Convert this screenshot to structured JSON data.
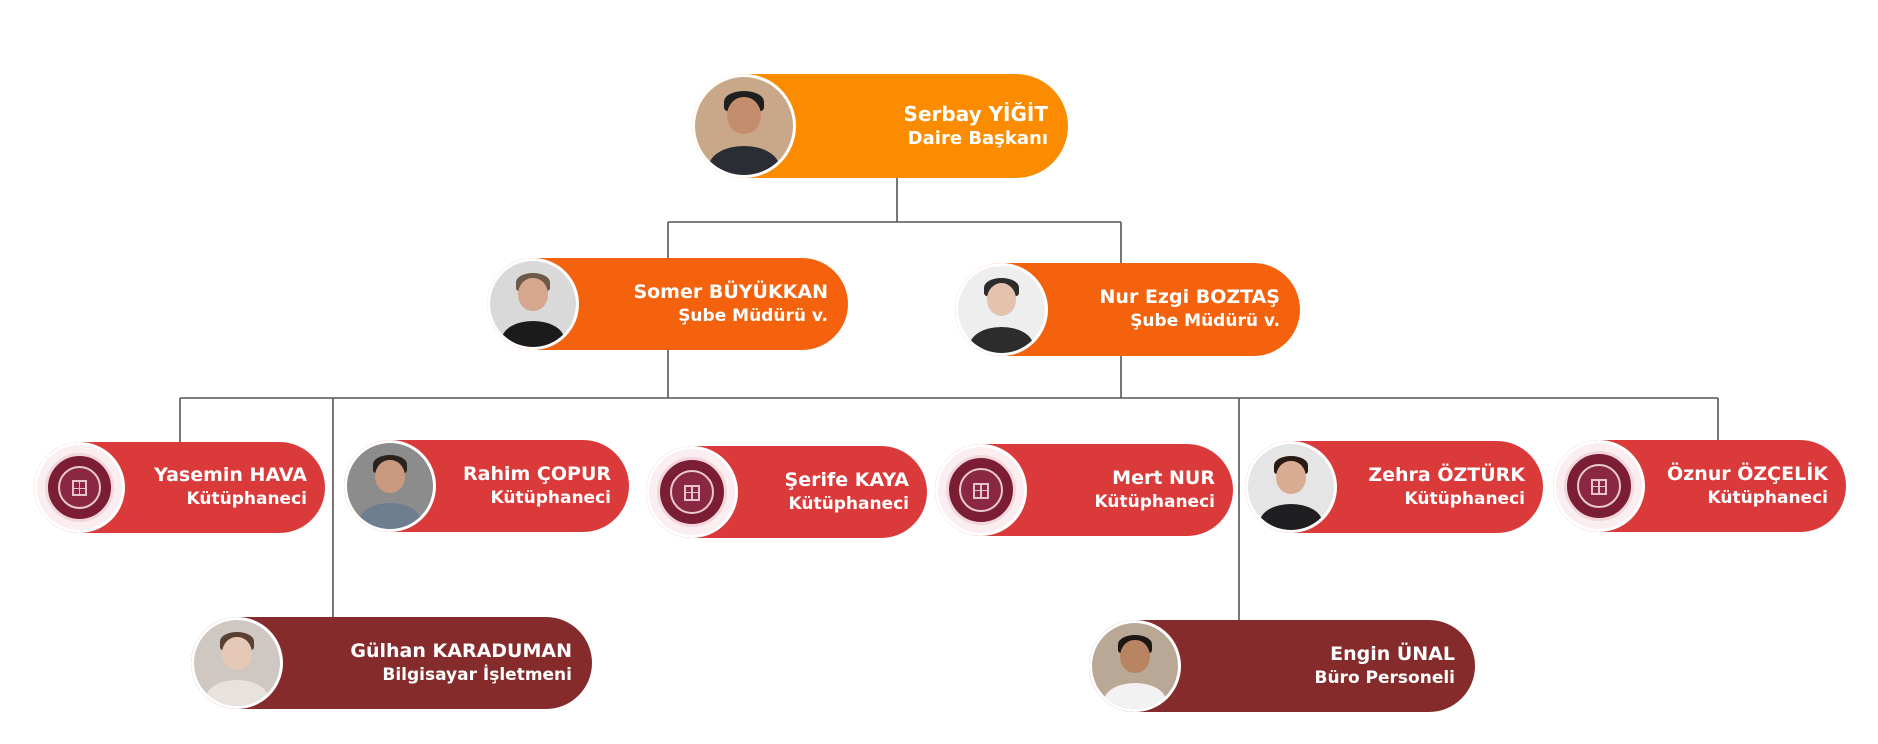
{
  "nodes": [
    {
      "name": "Serbay YİĞİT",
      "role": "Daire Başkanı",
      "color": "#fb8c00",
      "photo": "photo-man-dark-suit"
    },
    {
      "name": "Somer BÜYÜKKAN",
      "role": "Şube Müdürü v.",
      "color": "#f4620e",
      "photo": "photo-man-glasses"
    },
    {
      "name": "Nur Ezgi BOZTAŞ",
      "role": "Şube Müdürü v.",
      "color": "#f4620e",
      "photo": "photo-woman-hijab"
    },
    {
      "name": "Yasemin HAVA",
      "role": "Kütüphaneci",
      "color": "#db3a3a",
      "photo": "university-seal-icon"
    },
    {
      "name": "Rahim ÇOPUR",
      "role": "Kütüphaneci",
      "color": "#db3a3a",
      "photo": "photo-man-suit"
    },
    {
      "name": "Şerife KAYA",
      "role": "Kütüphaneci",
      "color": "#db3a3a",
      "photo": "university-seal-icon"
    },
    {
      "name": "Mert NUR",
      "role": "Kütüphaneci",
      "color": "#db3a3a",
      "photo": "university-seal-icon"
    },
    {
      "name": "Zehra ÖZTÜRK",
      "role": "Kütüphaneci",
      "color": "#db3a3a",
      "photo": "photo-woman"
    },
    {
      "name": "Öznur ÖZÇELİK",
      "role": "Kütüphaneci",
      "color": "#db3a3a",
      "photo": "university-seal-icon"
    },
    {
      "name": "Gülhan KARADUMAN",
      "role": "Bilgisayar İşletmeni",
      "color": "#862b2b",
      "photo": "photo-woman-light"
    },
    {
      "name": "Engin ÜNAL",
      "role": "Büro Personeli",
      "color": "#862b2b",
      "photo": "photo-man-white-shirt"
    }
  ]
}
